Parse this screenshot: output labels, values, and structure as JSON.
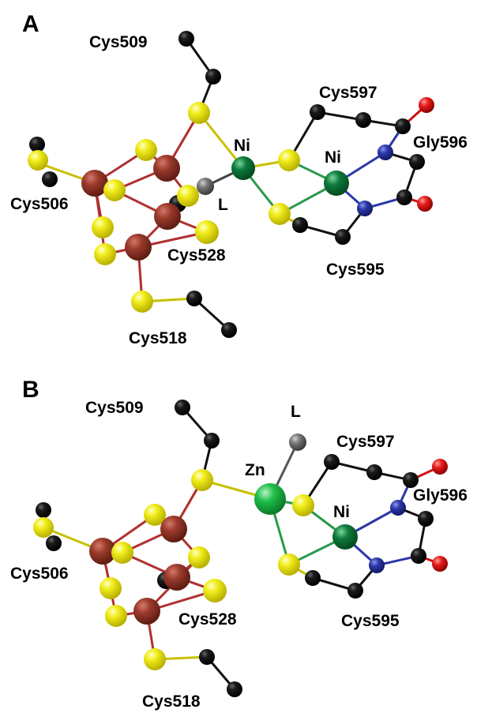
{
  "panels": [
    {
      "panel_label": "A",
      "labels": {
        "cys509": "Cys509",
        "cys597": "Cys597",
        "gly596": "Gly596",
        "cys506": "Cys506",
        "cys528": "Cys528",
        "cys518": "Cys518",
        "cys595": "Cys595",
        "metal1": "Ni",
        "metal2": "Ni",
        "ligand": "L"
      }
    },
    {
      "panel_label": "B",
      "labels": {
        "cys509": "Cys509",
        "cys597": "Cys597",
        "gly596": "Gly596",
        "cys506": "Cys506",
        "cys528": "Cys528",
        "cys518": "Cys518",
        "cys595": "Cys595",
        "metal1": "Zn",
        "metal2": "Ni",
        "ligand": "L"
      }
    }
  ],
  "atom_colors": {
    "carbon": "#0a0a0a",
    "sulfur": "#f2ee1e",
    "iron": "#9b3a2c",
    "nickel": "#0e7a3c",
    "zinc": "#1fbf4a",
    "nitrogen": "#2b38a8",
    "oxygen": "#e81c1c",
    "ligand": "#777777"
  }
}
